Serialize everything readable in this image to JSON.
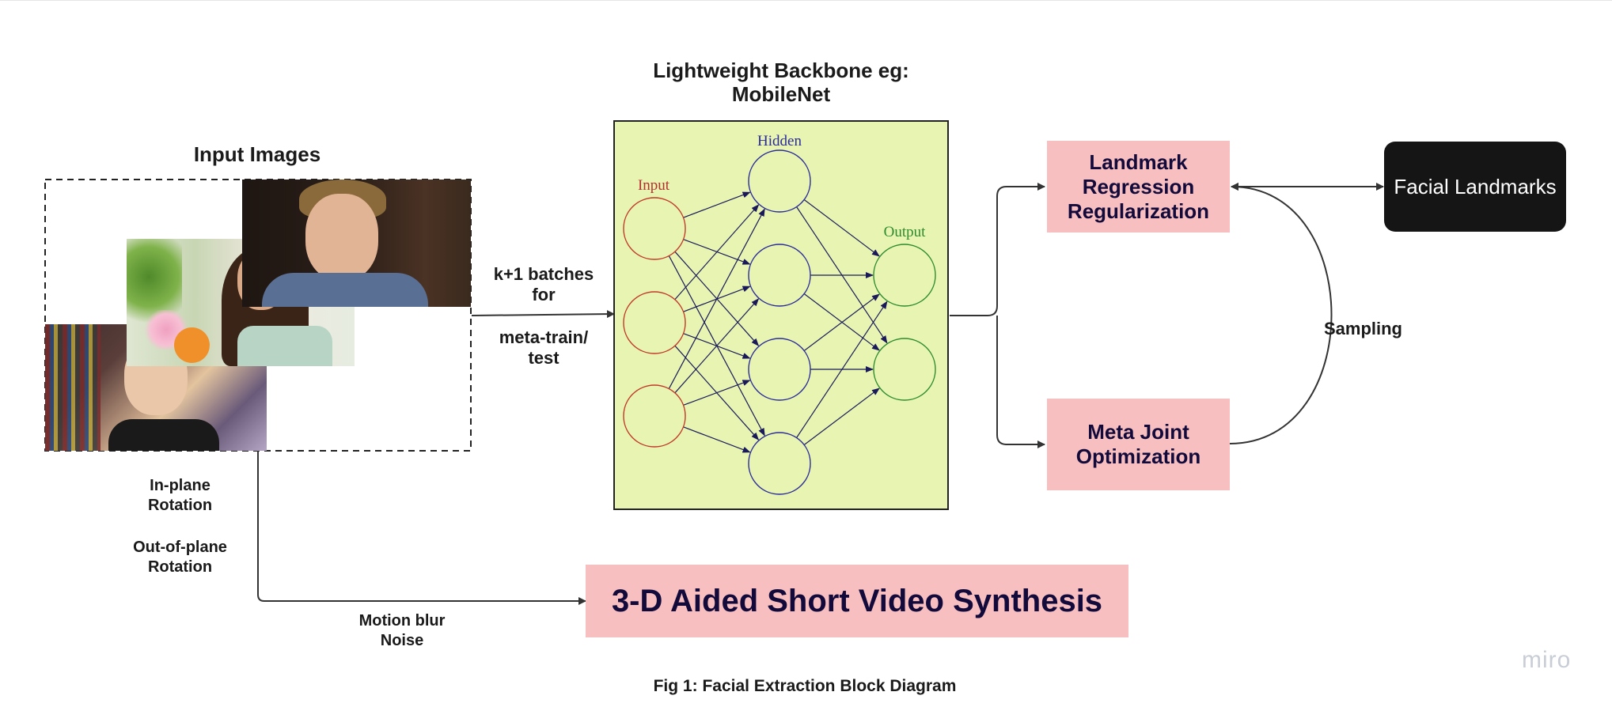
{
  "input_images_title": "Input Images",
  "backbone_title_line1": "Lightweight Backbone eg:",
  "backbone_title_line2": "MobileNet",
  "batches_label_line1": "k+1 batches",
  "batches_label_line2": "for",
  "batches_label_line3": "meta-train/",
  "batches_label_line4": "test",
  "nn_labels": {
    "input": "Input",
    "hidden": "Hidden",
    "output": "Output"
  },
  "landmark_box_lines": [
    "Landmark",
    "Regression",
    "Regularization"
  ],
  "meta_box_lines": [
    "Meta Joint",
    "Optimization"
  ],
  "facial_landmarks": "Facial Landmarks",
  "sampling_label": "Sampling",
  "inplane_line1": "In-plane",
  "inplane_line2": "Rotation",
  "outplane_line1": "Out-of-plane",
  "outplane_line2": "Rotation",
  "motion_line1": "Motion blur",
  "motion_line2": "Noise",
  "synthesis_box": "3-D Aided Short Video Synthesis",
  "caption": "Fig 1: Facial Extraction Block Diagram",
  "watermark": "miro",
  "colors": {
    "pink_box": "#f8bfc0",
    "pink_text": "#120a3a",
    "nn_background": "#e8f5b2",
    "input_neuron": "#c0392b",
    "hidden_neuron": "#2a2a9a",
    "output_neuron": "#2e8b2e",
    "black_box": "#151515"
  }
}
